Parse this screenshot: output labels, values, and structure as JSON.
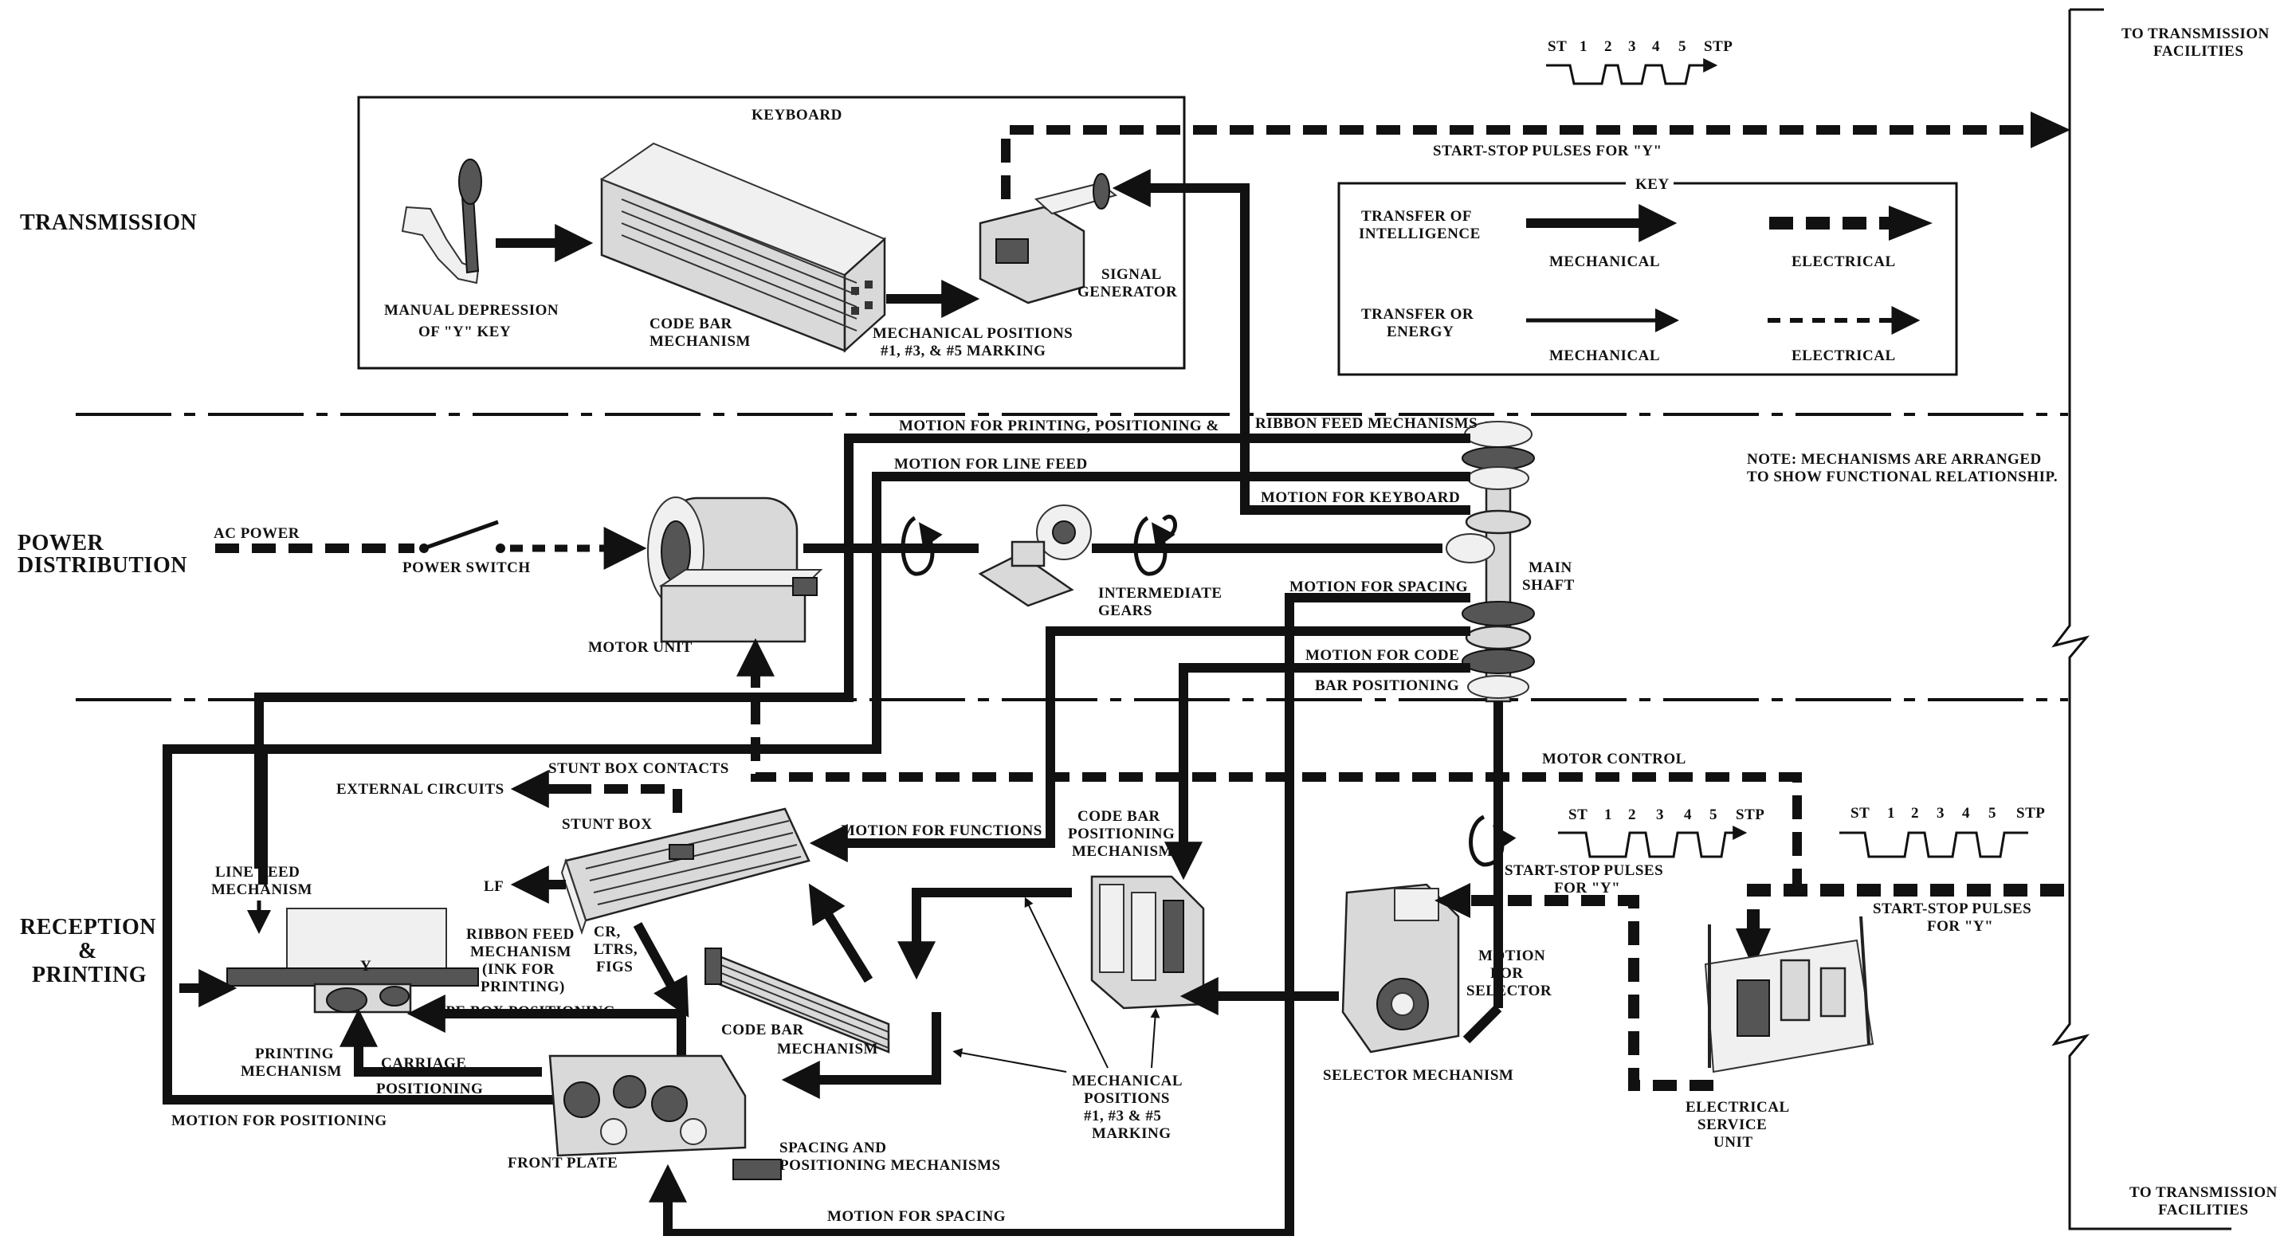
{
  "sections": {
    "transmission": "TRANSMISSION",
    "power_line1": "POWER",
    "power_line2": "DISTRIBUTION",
    "reception_line1": "RECEPTION",
    "reception_line2": "&",
    "reception_line3": "PRINTING"
  },
  "keyboard": {
    "title": "KEYBOARD",
    "manual_line1": "MANUAL DEPRESSION",
    "manual_line2": "OF \"Y\" KEY",
    "codebar_line1": "CODE BAR",
    "codebar_line2": "MECHANISM",
    "positions_line1": "MECHANICAL POSITIONS",
    "positions_line2": "#1, #3, & #5 MARKING",
    "signal_line1": "SIGNAL",
    "signal_line2": "GENERATOR"
  },
  "pulses_top": {
    "labels": [
      "ST",
      "1",
      "2",
      "3",
      "4",
      "5",
      "STP"
    ],
    "caption": "START-STOP PULSES FOR \"Y\""
  },
  "key": {
    "title": "KEY",
    "row1_line1": "TRANSFER OF",
    "row1_line2": "INTELLIGENCE",
    "row2_line1": "TRANSFER OR",
    "row2_line2": "ENERGY",
    "mechanical": "MECHANICAL",
    "electrical": "ELECTRICAL"
  },
  "facilities": {
    "top_line1": "TO TRANSMISSION",
    "top_line2": "FACILITIES",
    "bottom_line1": "TO TRANSMISSION",
    "bottom_line2": "FACILITIES"
  },
  "note": {
    "line1": "NOTE:  MECHANISMS ARE ARRANGED",
    "line2": "TO SHOW FUNCTIONAL RELATIONSHIP."
  },
  "power": {
    "ac_power": "AC POWER",
    "power_switch": "POWER SWITCH",
    "motor_unit": "MOTOR UNIT",
    "gears_line1": "INTERMEDIATE",
    "gears_line2": "GEARS",
    "main_line1": "MAIN",
    "main_line2": "SHAFT"
  },
  "motions": {
    "printing": "MOTION FOR PRINTING, POSITIONING &",
    "ribbon": "RIBBON FEED MECHANISMS",
    "line_feed": "MOTION FOR LINE FEED",
    "keyboard": "MOTION FOR KEYBOARD",
    "spacing_top": "MOTION FOR SPACING",
    "code_line1": "MOTION FOR CODE",
    "code_line2": "BAR POSITIONING",
    "motor_control": "MOTOR CONTROL",
    "functions": "MOTION FOR FUNCTIONS",
    "positioning": "MOTION FOR POSITIONING",
    "spacing_bottom": "MOTION FOR SPACING",
    "selector_line1": "MOTION",
    "selector_line2": "FOR",
    "selector_line3": "SELECTOR"
  },
  "reception": {
    "external": "EXTERNAL CIRCUITS",
    "stunt_contacts": "STUNT BOX CONTACTS",
    "stunt_box": "STUNT BOX",
    "lf_mech_line1": "LINE FEED",
    "lf_mech_line2": "MECHANISM",
    "lf": "LF",
    "ribbon_line1": "RIBBON FEED",
    "ribbon_line2": "MECHANISM",
    "ribbon_line3": "(INK FOR",
    "ribbon_line4": "PRINTING)",
    "cr_line1": "CR,",
    "cr_line2": "LTRS,",
    "cr_line3": "FIGS",
    "y_mark": "Y",
    "type_box": "TYPE BOX POSITIONING",
    "printing_line1": "PRINTING",
    "printing_line2": "MECHANISM",
    "carriage_line1": "CARRIAGE",
    "carriage_line2": "POSITIONING",
    "front_plate": "FRONT PLATE",
    "spacing_line1": "SPACING AND",
    "spacing_line2": "POSITIONING MECHANISMS",
    "codebar_line1": "CODE BAR",
    "codebar_line2": "MECHANISM",
    "cbpos_line1": "CODE BAR",
    "cbpos_line2": "POSITIONING",
    "cbpos_line3": "MECHANISM",
    "mpos_line1": "MECHANICAL",
    "mpos_line2": "POSITIONS",
    "mpos_line3": "#1, #3 & #5",
    "mpos_line4": "MARKING",
    "selector": "SELECTOR MECHANISM",
    "pulses_mid_caption_line1": "START-STOP PULSES",
    "pulses_mid_caption_line2": "FOR \"Y\"",
    "pulses_right_caption_line1": "START-STOP PULSES",
    "pulses_right_caption_line2": "FOR \"Y\"",
    "esu_line1": "ELECTRICAL",
    "esu_line2": "SERVICE",
    "esu_line3": "UNIT"
  },
  "pulses_mid": {
    "labels": [
      "ST",
      "1",
      "2",
      "3",
      "4",
      "5",
      "STP"
    ]
  },
  "pulses_right": {
    "labels": [
      "ST",
      "1",
      "2",
      "3",
      "4",
      "5",
      "STP"
    ]
  }
}
